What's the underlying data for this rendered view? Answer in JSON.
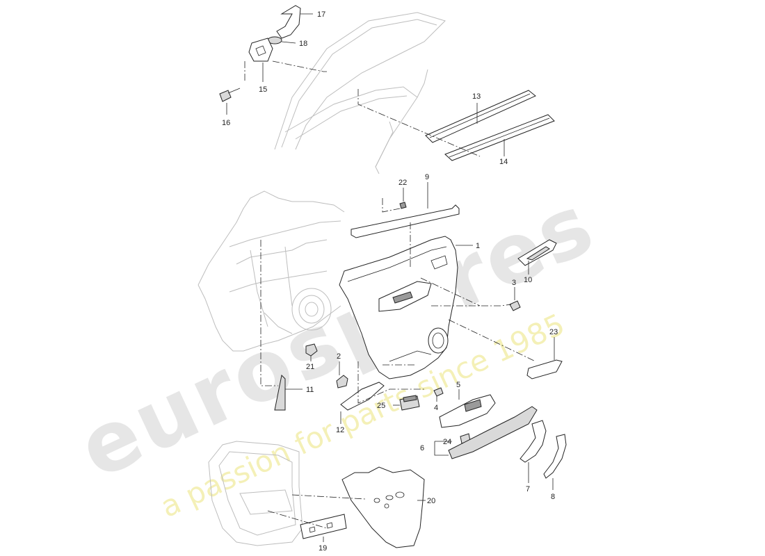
{
  "watermark": {
    "brand": "eurospares",
    "tagline": "a passion for parts since 1985"
  },
  "callouts": [
    {
      "id": "1",
      "label": "1"
    },
    {
      "id": "2",
      "label": "2"
    },
    {
      "id": "3",
      "label": "3"
    },
    {
      "id": "4",
      "label": "4"
    },
    {
      "id": "5",
      "label": "5"
    },
    {
      "id": "6",
      "label": "6"
    },
    {
      "id": "7",
      "label": "7"
    },
    {
      "id": "8",
      "label": "8"
    },
    {
      "id": "9",
      "label": "9"
    },
    {
      "id": "10",
      "label": "10"
    },
    {
      "id": "11",
      "label": "11"
    },
    {
      "id": "12",
      "label": "12"
    },
    {
      "id": "13",
      "label": "13"
    },
    {
      "id": "14",
      "label": "14"
    },
    {
      "id": "15",
      "label": "15"
    },
    {
      "id": "16",
      "label": "16"
    },
    {
      "id": "17",
      "label": "17"
    },
    {
      "id": "18",
      "label": "18"
    },
    {
      "id": "19",
      "label": "19"
    },
    {
      "id": "20",
      "label": "20"
    },
    {
      "id": "21",
      "label": "21"
    },
    {
      "id": "22",
      "label": "22"
    },
    {
      "id": "23",
      "label": "23"
    },
    {
      "id": "24",
      "label": "24"
    },
    {
      "id": "25",
      "label": "25"
    }
  ]
}
